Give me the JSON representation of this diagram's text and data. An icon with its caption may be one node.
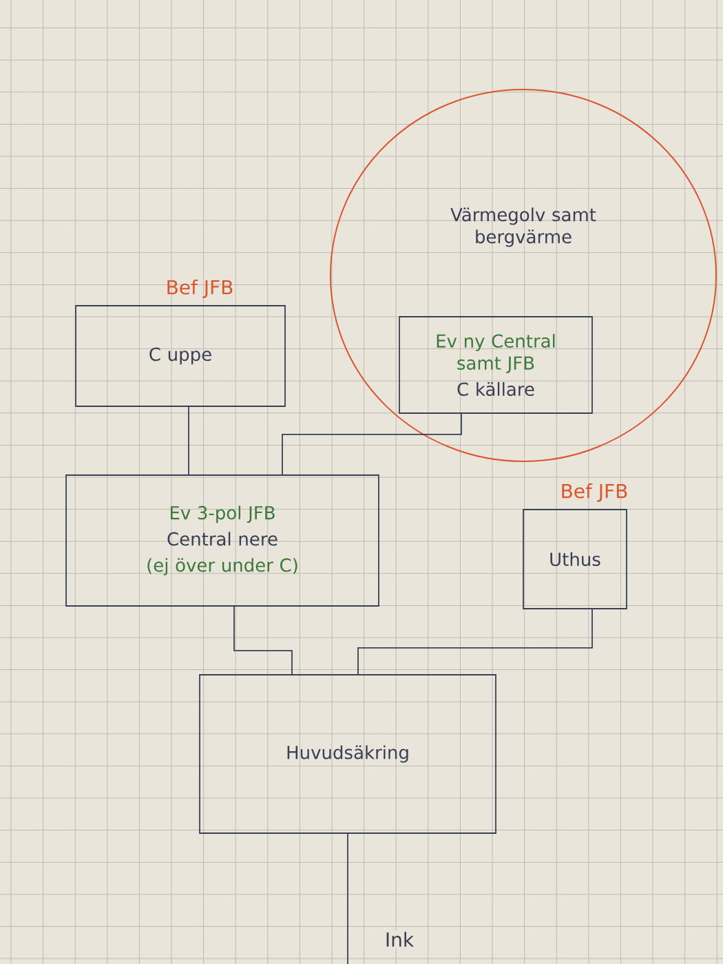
{
  "diagram": {
    "nodes": [
      {
        "text": [
          "Värmegolv samt bergvärme"
        ]
      },
      {
        "text": [
          "Bef JFB",
          "C uppe"
        ]
      },
      {
        "text": [
          "Ev ny Central samt JFB",
          "C källare"
        ],
        "in": 0
      },
      {
        "text": [
          "Ev 3-pol JFB",
          "Central nere",
          "(ej över under C)"
        ]
      },
      {
        "text": [
          "Bef JFB",
          "Uthus"
        ]
      },
      {
        "text": [
          "Huvudsäkring"
        ]
      }
    ],
    "edges": [
      {
        "from": 1,
        "to": 3,
        "arrow": "none"
      },
      {
        "from": 2,
        "to": 3,
        "arrow": "none"
      },
      {
        "from": 3,
        "to": 5,
        "arrow": "none"
      },
      {
        "from": 4,
        "to": 5,
        "arrow": "none"
      },
      {
        "from": 5,
        "to": null,
        "arrow": "none",
        "label": "Ink"
      }
    ]
  }
}
